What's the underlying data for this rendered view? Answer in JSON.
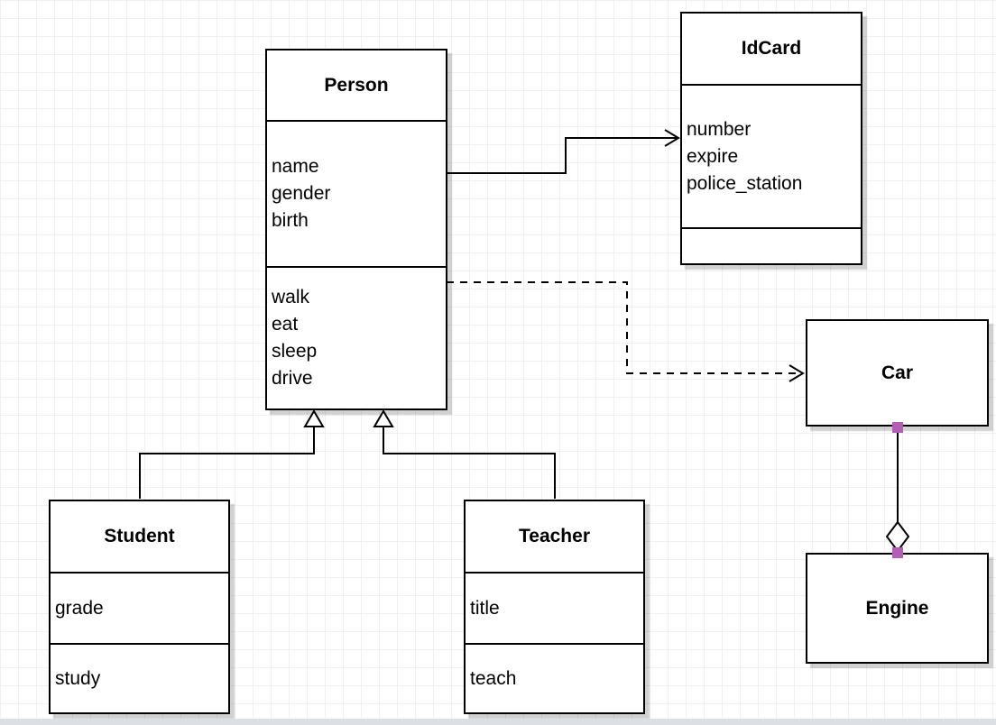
{
  "classes": [
    {
      "name": "Person",
      "attributes": [
        "name",
        "gender",
        "birth"
      ],
      "methods": [
        "walk",
        "eat",
        "sleep",
        "drive"
      ]
    },
    {
      "name": "IdCard",
      "attributes": [
        "number",
        "expire",
        "police_station"
      ],
      "methods": []
    },
    {
      "name": "Car",
      "attributes": [],
      "methods": []
    },
    {
      "name": "Engine",
      "attributes": [],
      "methods": []
    },
    {
      "name": "Student",
      "attributes": [
        "grade"
      ],
      "methods": [
        "study"
      ]
    },
    {
      "name": "Teacher",
      "attributes": [
        "title"
      ],
      "methods": [
        "teach"
      ]
    }
  ],
  "relationships": [
    {
      "type": "association",
      "from": "Person",
      "to": "IdCard",
      "line": "solid",
      "arrow": "open"
    },
    {
      "type": "dependency",
      "from": "Person",
      "to": "Car",
      "line": "dashed",
      "arrow": "open"
    },
    {
      "type": "generalization",
      "from": "Student",
      "to": "Person",
      "line": "solid",
      "arrow": "hollow-triangle"
    },
    {
      "type": "generalization",
      "from": "Teacher",
      "to": "Person",
      "line": "solid",
      "arrow": "hollow-triangle"
    },
    {
      "type": "aggregation",
      "from": "Car",
      "to": "Engine",
      "line": "solid",
      "arrow": "hollow-diamond"
    }
  ],
  "colors": {
    "stroke": "#000000",
    "fill": "#ffffff",
    "background": "#ffffff",
    "grid_line": "#f0f0f3",
    "shadow": "rgba(0,0,0,0.18)",
    "connection_handle": "#b45db4",
    "bottom_bar": "#dcdfe3"
  }
}
